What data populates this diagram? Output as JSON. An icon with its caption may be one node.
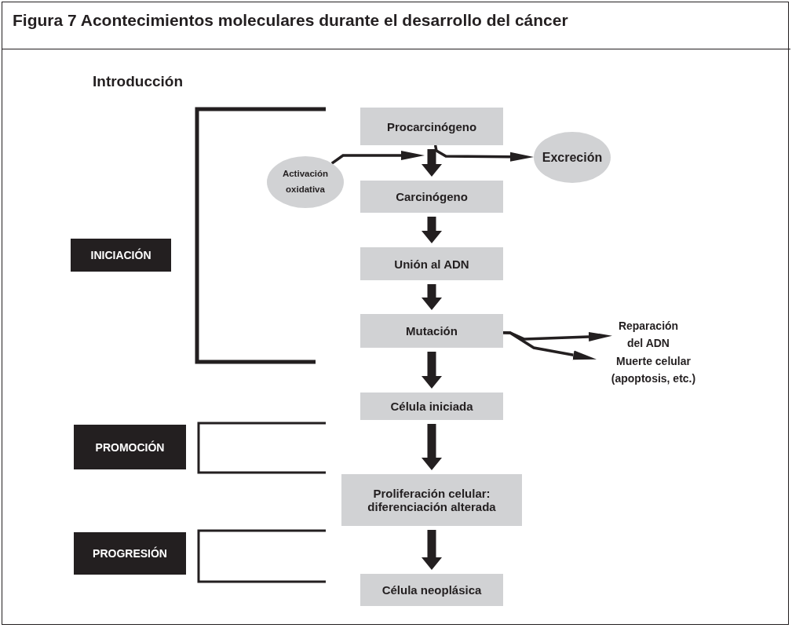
{
  "diagram": {
    "title": "Figura 7  Acontecimientos moleculares durante el desarrollo del cáncer",
    "nodes": [
      {
        "text": [
          "Procarcinógeno"
        ]
      },
      {
        "text": [
          "Activación oxidativa"
        ]
      },
      {
        "text": [
          "Excreción"
        ]
      },
      {
        "text": [
          "Carcinógeno"
        ]
      },
      {
        "text": [
          "Unión al ADN"
        ]
      },
      {
        "text": [
          "Mutación"
        ]
      },
      {
        "text": [
          "Reparación del ADN"
        ]
      },
      {
        "text": [
          "Muerte celular (apoptosis, etc.)"
        ]
      },
      {
        "text": [
          "Célula iniciada"
        ]
      },
      {
        "text": [
          "Proliferación celular: diferenciación alterada"
        ]
      },
      {
        "text": [
          "Célula neoplásica"
        ]
      },
      {
        "text": [
          "INICIACIÓN"
        ]
      },
      {
        "text": [
          "PROMOCIÓN"
        ]
      },
      {
        "text": [
          "PROGRESIÓN"
        ]
      }
    ],
    "edges": [
      {
        "from": 0,
        "to": 3,
        "arrow": "to"
      },
      {
        "from": 1,
        "to": 0,
        "arrow": "to"
      },
      {
        "from": 0,
        "to": 2,
        "arrow": "to"
      },
      {
        "from": 3,
        "to": 4,
        "arrow": "to"
      },
      {
        "from": 4,
        "to": 5,
        "arrow": "to"
      },
      {
        "from": 5,
        "to": 6,
        "arrow": "to"
      },
      {
        "from": 5,
        "to": 7,
        "arrow": "to"
      },
      {
        "from": 5,
        "to": 8,
        "arrow": "to"
      },
      {
        "from": 8,
        "to": 9,
        "arrow": "to"
      },
      {
        "from": 9,
        "to": 10,
        "arrow": "to"
      }
    ],
    "labels": [
      "Introducción"
    ]
  }
}
